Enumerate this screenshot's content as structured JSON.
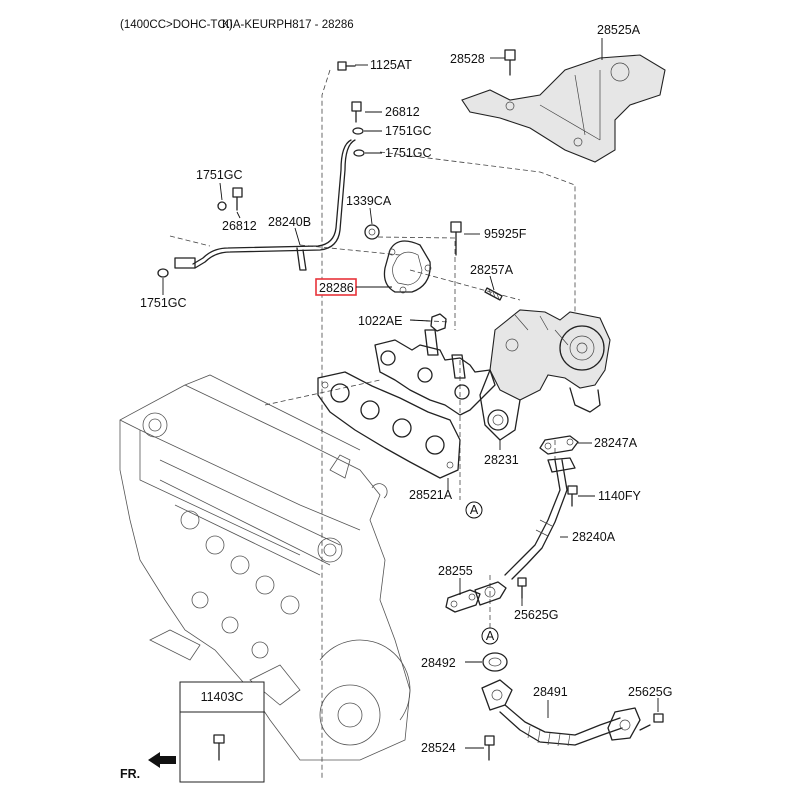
{
  "header": {
    "title": "(1400CC>DOHC-TCI)",
    "ref": "KIA-KEURPH817 - 28286"
  },
  "parts": {
    "p28525A": "28525A",
    "p28528": "28528",
    "p1125AT": "1125AT",
    "p26812_top": "26812",
    "p1751GC_a": "1751GC",
    "p1751GC_b": "1751GC",
    "p1751GC_left": "1751GC",
    "p26812_left": "26812",
    "p28240B": "28240B",
    "p1339CA": "1339CA",
    "p95925F": "95925F",
    "p1751GC_bottom": "1751GC",
    "p28286": "28286",
    "p28257A": "28257A",
    "p1022AE": "1022AE",
    "p28247A": "28247A",
    "p28231": "28231",
    "p1140FY": "1140FY",
    "p28521A": "28521A",
    "p28240A": "28240A",
    "p28255": "28255",
    "p25625G_a": "25625G",
    "p28492": "28492",
    "p28491": "28491",
    "p25625G_b": "25625G",
    "p28524": "28524"
  },
  "refs": {
    "circle_a1": "A",
    "circle_a2": "A"
  },
  "inset": {
    "part": "11403C"
  },
  "front": {
    "label": "FR."
  },
  "colors": {
    "highlight": "#e8333a",
    "line": "#222222"
  }
}
